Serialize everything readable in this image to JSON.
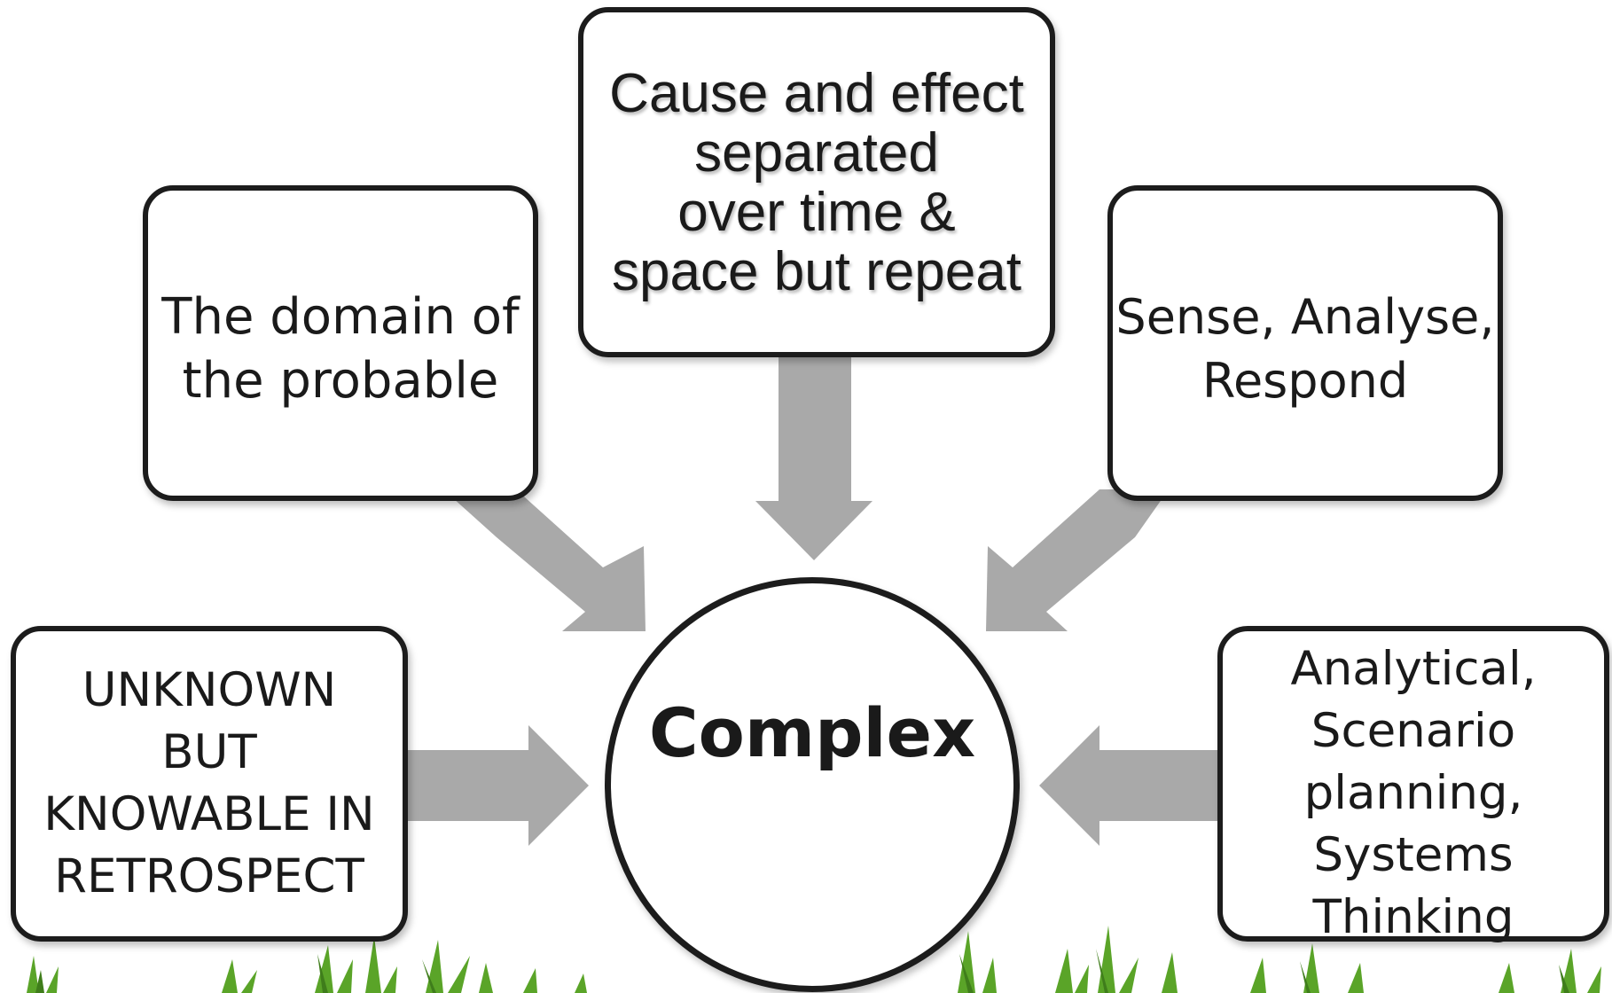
{
  "diagram": {
    "center": {
      "label": "Complex"
    },
    "boxes": {
      "top": {
        "lines": [
          "Cause and effect",
          "separated",
          "over time &",
          "space but repeat"
        ]
      },
      "left_top": {
        "lines": [
          "The domain of",
          "the probable"
        ]
      },
      "right_top": {
        "lines": [
          "Sense, Analyse,",
          "Respond"
        ]
      },
      "left_bottom": {
        "lines": [
          "UNKNOWN",
          "BUT",
          "KNOWABLE IN",
          "RETROSPECT"
        ]
      },
      "right_bottom": {
        "lines": [
          "Analytical,",
          "Scenario",
          "planning,",
          "Systems",
          "Thinking"
        ]
      }
    },
    "colors": {
      "arrow": "#a9a9a9",
      "border": "#1c1c1c",
      "grass": "#4f9a22"
    }
  }
}
